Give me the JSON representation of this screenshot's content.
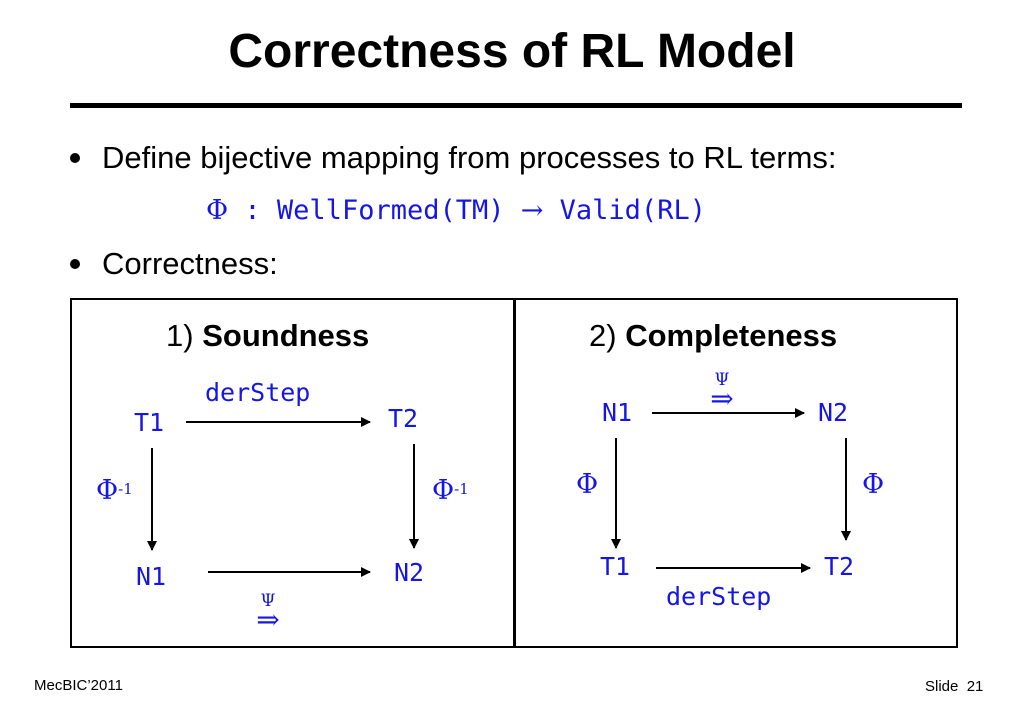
{
  "slide": {
    "title": "Correctness of RL Model",
    "bullets": [
      "Define bijective mapping from processes to RL terms:",
      "Correctness:"
    ],
    "formula": {
      "phi": "Φ",
      "text": ": WellFormed(TM)",
      "arrow": "→",
      "target": "Valid(RL)"
    }
  },
  "soundness": {
    "number": "1)",
    "name": "Soundness",
    "nodes": {
      "t1": "T1",
      "t2": "T2",
      "n1": "N1",
      "n2": "N2"
    },
    "top_label": "derStep",
    "phi_inv": "Φ",
    "superscript": "-1",
    "psi": "Ψ",
    "double_arrow": "⇒"
  },
  "completeness": {
    "number": "2)",
    "name": "Completeness",
    "nodes": {
      "n1": "N1",
      "n2": "N2",
      "t1": "T1",
      "t2": "T2"
    },
    "bottom_label": "derStep",
    "phi": "Φ",
    "psi": "Ψ",
    "double_arrow": "⇒"
  },
  "footer": {
    "conference": "MecBIC’2011",
    "slide_label": "Slide",
    "slide_number": "21"
  },
  "colors": {
    "accent": "#1515e8",
    "text": "#000000"
  }
}
